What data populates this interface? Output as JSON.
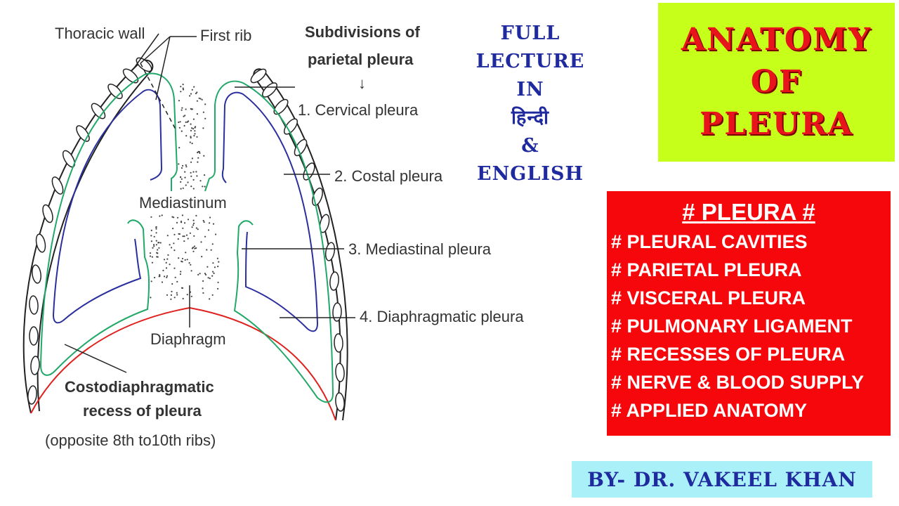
{
  "diagram": {
    "labels": {
      "thoracic_wall": "Thoracic wall",
      "first_rib": "First rib",
      "subdivisions_line1": "Subdivisions of",
      "subdivisions_line2": "parietal pleura",
      "arrow": "↓",
      "cervical": "1. Cervical pleura",
      "costal": "2. Costal pleura",
      "mediastinal": "3. Mediastinal pleura",
      "diaphragmatic": "4. Diaphragmatic pleura",
      "mediastinum": "Mediastinum",
      "diaphragm": "Diaphragm",
      "recess_line1": "Costodiaphragmatic",
      "recess_line2": "recess of pleura",
      "recess_line3": "(opposite 8th to10th ribs)"
    },
    "colors": {
      "parietal": "#22a868",
      "visceral": "#2b2f9e",
      "diaphragm": "#e0201d"
    }
  },
  "lecture": {
    "lines": [
      "FULL",
      "LECTURE",
      "IN",
      "हिन्दी",
      "&",
      "ENGLISH"
    ]
  },
  "title": {
    "lines": [
      "ANATOMY",
      "OF",
      "PLEURA"
    ]
  },
  "topics": {
    "heading": "# PLEURA #",
    "items": [
      "# PLEURAL CAVITIES",
      "# PARIETAL PLEURA",
      "# VISCERAL PLEURA",
      "# PULMONARY LIGAMENT",
      "# RECESSES OF PLEURA",
      "# NERVE & BLOOD SUPPLY",
      "# APPLIED ANATOMY"
    ]
  },
  "author": "BY- DR. VAKEEL KHAN"
}
